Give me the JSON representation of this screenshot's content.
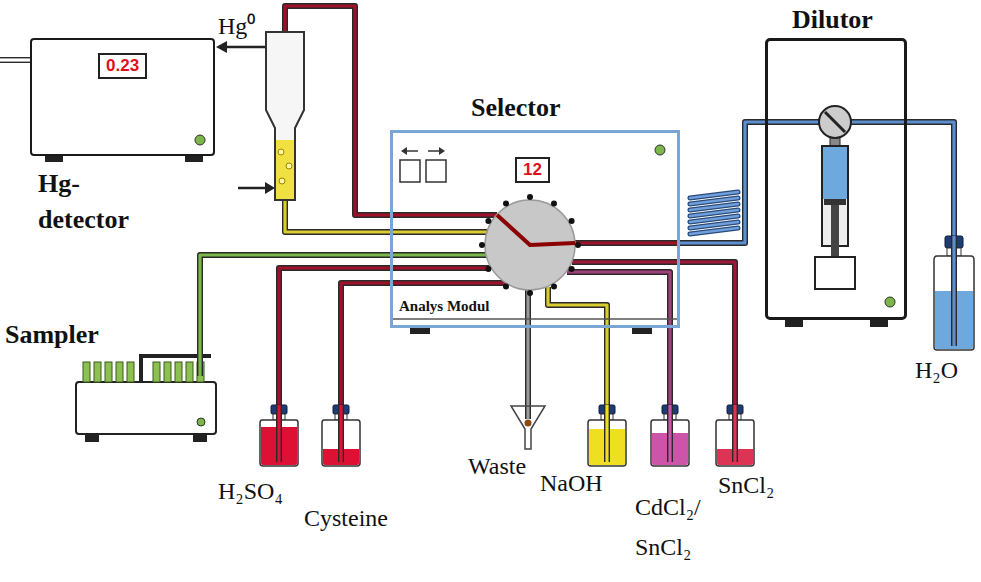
{
  "diagram": {
    "nodes": [
      {
        "text": [
          "0.23",
          "Hg- detector"
        ]
      },
      {
        "text": [
          "Selector",
          "12",
          "Analys Modul"
        ]
      },
      {
        "text": [
          "Dilutor"
        ]
      },
      {
        "text": [
          "Sampler"
        ]
      },
      {
        "text": [
          "H₂SO₄"
        ]
      },
      {
        "text": [
          "Cysteine"
        ]
      },
      {
        "text": [
          "Waste"
        ]
      },
      {
        "text": [
          "NaOH"
        ]
      },
      {
        "text": [
          "CdCl₂/ SnCl₂"
        ]
      },
      {
        "text": [
          "SnCl₂"
        ]
      },
      {
        "text": [
          "H₂O"
        ]
      }
    ],
    "edges": [
      {
        "from": 3,
        "to": 1,
        "arrow": "none"
      },
      {
        "from": 4,
        "to": 1,
        "arrow": "none"
      },
      {
        "from": 5,
        "to": 1,
        "arrow": "none"
      },
      {
        "from": 6,
        "to": 1,
        "arrow": "none"
      },
      {
        "from": 7,
        "to": 1,
        "arrow": "none"
      },
      {
        "from": 8,
        "to": 1,
        "arrow": "none"
      },
      {
        "from": 9,
        "to": 1,
        "arrow": "none"
      },
      {
        "from": 1,
        "to": 2,
        "arrow": "none"
      },
      {
        "from": 2,
        "to": 10,
        "arrow": "none"
      }
    ],
    "labels": [
      "Hg⁰"
    ]
  }
}
